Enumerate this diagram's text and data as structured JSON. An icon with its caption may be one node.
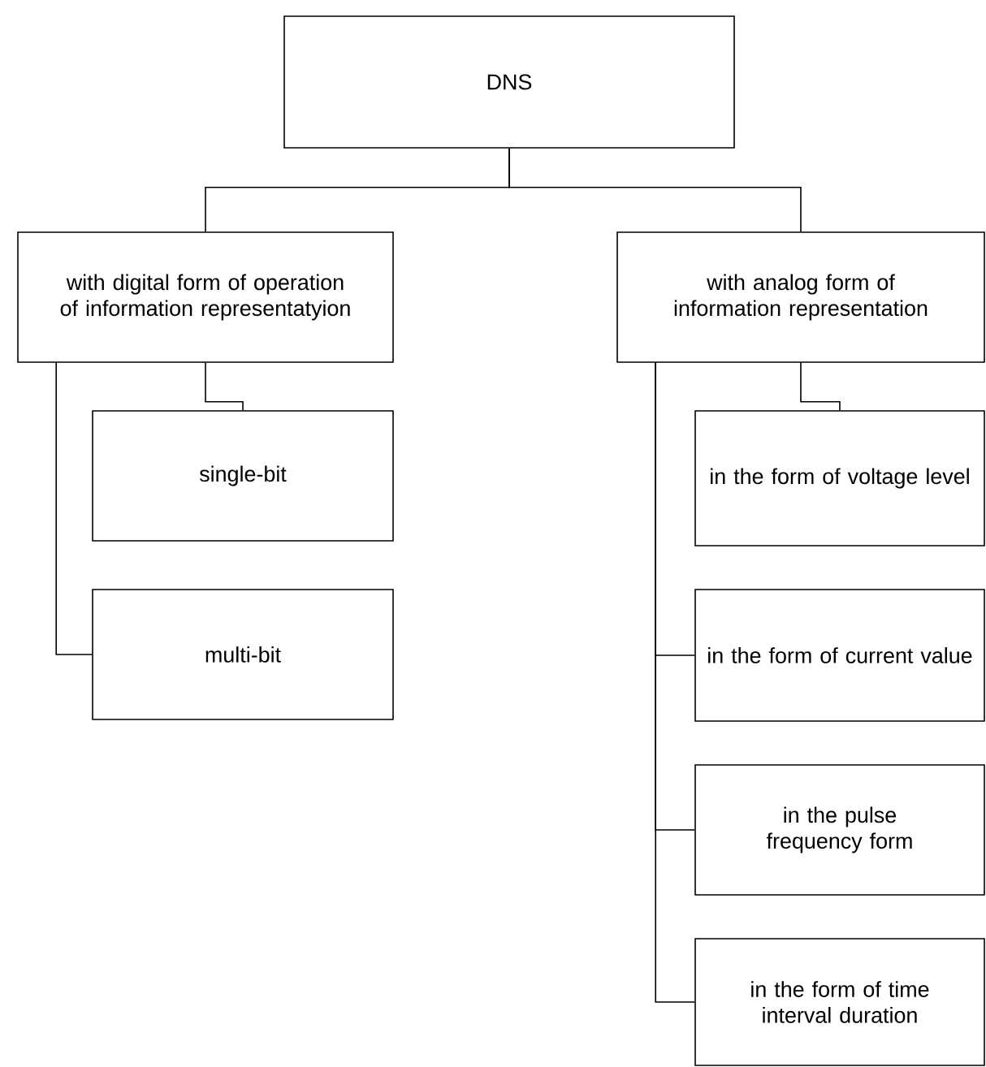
{
  "diagram": {
    "nodes": [
      {
        "text": [
          "DNS"
        ]
      },
      {
        "text": [
          "with digital form of operation of information representatyion"
        ]
      },
      {
        "text": [
          "with analog form of information representation"
        ]
      },
      {
        "text": [
          "single-bit"
        ]
      },
      {
        "text": [
          "multi-bit"
        ]
      },
      {
        "text": [
          "in the form of voltage level"
        ]
      },
      {
        "text": [
          "in the form of current value"
        ]
      },
      {
        "text": [
          "in the pulse frequency form"
        ]
      },
      {
        "text": [
          "in the form of time interval duration"
        ]
      }
    ],
    "edges": [
      {
        "from": 0,
        "to": 1,
        "arrow": "none"
      },
      {
        "from": 0,
        "to": 2,
        "arrow": "none"
      },
      {
        "from": 1,
        "to": 3,
        "arrow": "none"
      },
      {
        "from": 1,
        "to": 4,
        "arrow": "none"
      },
      {
        "from": 2,
        "to": 5,
        "arrow": "none"
      },
      {
        "from": 2,
        "to": 6,
        "arrow": "none"
      },
      {
        "from": 2,
        "to": 7,
        "arrow": "none"
      },
      {
        "from": 2,
        "to": 8,
        "arrow": "none"
      }
    ]
  }
}
